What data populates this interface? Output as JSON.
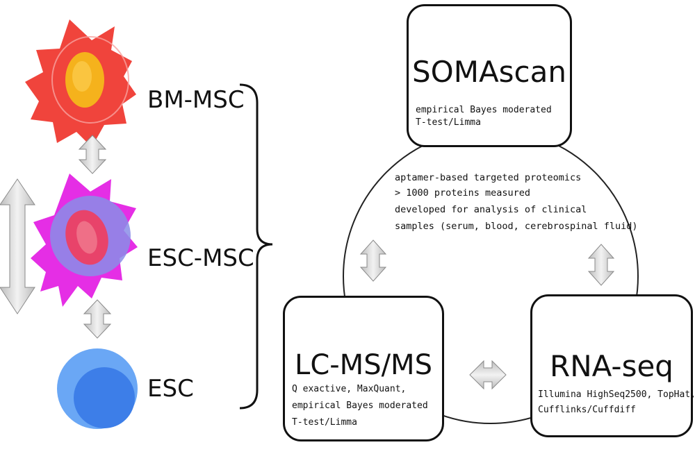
{
  "cells": [
    {
      "id": "bm-msc",
      "label": "BM-MSC"
    },
    {
      "id": "esc-msc",
      "label": "ESC-MSC"
    },
    {
      "id": "esc",
      "label": "ESC"
    }
  ],
  "methods": {
    "somascan": {
      "title": "SOMAscan",
      "lines": [
        "empirical Bayes moderated",
        "T-test/Limma"
      ]
    },
    "lcmsms": {
      "title": "LC-MS/MS",
      "lines": [
        "Q exactive, MaxQuant,",
        "empirical Bayes moderated",
        "T-test/Limma"
      ]
    },
    "rnaseq": {
      "title": "RNA-seq",
      "lines": [
        "Illumina HighSeq2500, TopHat,",
        "Cufflinks/Cuffdiff"
      ]
    }
  },
  "somascan_notes": [
    "aptamer-based targeted proteomics",
    "> 1000 proteins measured",
    "developed for analysis of clinical",
    "samples (serum, blood, cerebrospinal fluid)"
  ],
  "colors": {
    "bm_msc": "#f0443c",
    "bm_msc_nucleus": "#f5b21c",
    "esc_msc": "#e52ee5",
    "esc_msc_nucleus": "#e8436a",
    "esc": "#4a8df0",
    "arrow_fill": "#d6d6d6"
  }
}
